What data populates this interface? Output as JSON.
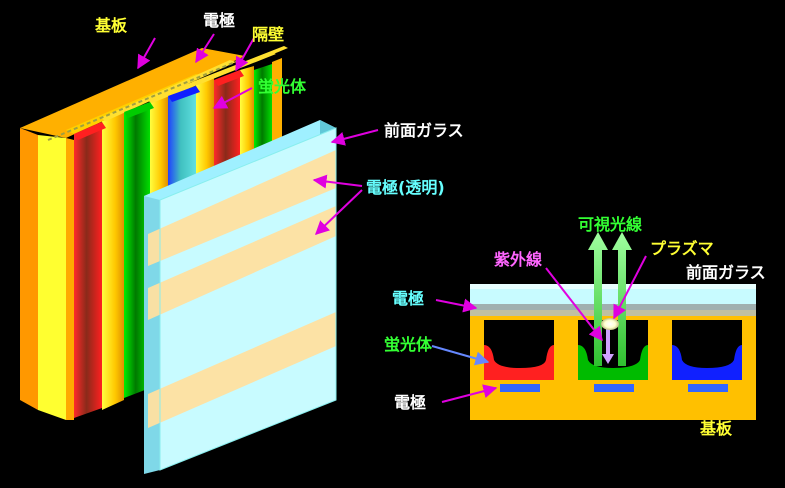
{
  "labels": {
    "substrate_top": "基板",
    "electrode_top": "電極",
    "barrier": "隔壁",
    "phosphor_top": "蛍光体",
    "front_glass_left": "前面ガラス",
    "electrode_transparent": "電極(透明)",
    "visible_light": "可視光線",
    "plasma": "プラズマ",
    "ultraviolet": "紫外線",
    "front_glass_right": "前面ガラス",
    "electrode_right": "電極",
    "phosphor_right": "蛍光体",
    "electrode_bottom": "電極",
    "substrate_bottom": "基板"
  },
  "colors": {
    "yellow_label": "#ffff33",
    "green_label": "#33ff33",
    "white_label": "#ffffff",
    "cyan_label": "#66ffff",
    "arrow": "#e000e0",
    "substrate": "#ffc000",
    "glass": "#aef5ff",
    "stripe": "#ffe0a0",
    "red": "#ff2020",
    "green": "#00cc00",
    "blue": "#1020ff",
    "electrode": "#3366ff"
  }
}
